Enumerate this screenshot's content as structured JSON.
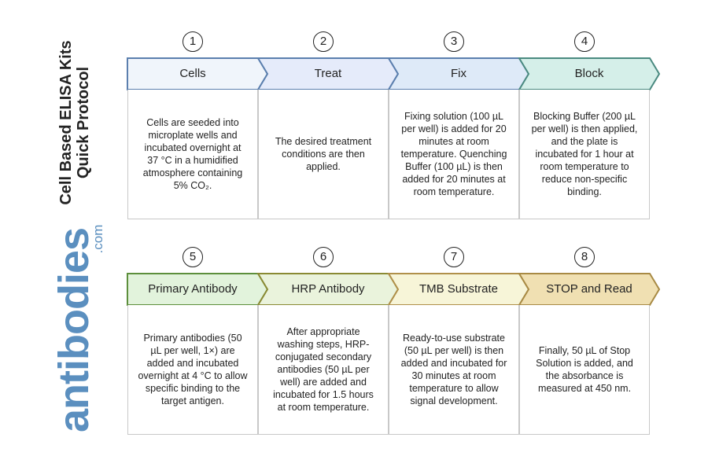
{
  "title": {
    "line1": "Cell Based ELISA Kits",
    "line2": "Quick Protocol"
  },
  "logo": {
    "name": "antibodies",
    "suffix": ".com",
    "color": "#5b8fbf"
  },
  "steps": [
    {
      "number": "1",
      "label": "Cells",
      "fill": "#f0f5fb",
      "stroke": "#5b7fae",
      "text": "Cells are seeded into microplate wells and incubated overnight at 37 °C in a humidified atmosphere containing 5% CO₂."
    },
    {
      "number": "2",
      "label": "Treat",
      "fill": "#e5ebfa",
      "stroke": "#5b7fae",
      "text": "The desired treatment conditions are then applied."
    },
    {
      "number": "3",
      "label": "Fix",
      "fill": "#deeaf8",
      "stroke": "#5b7fae",
      "text": "Fixing solution (100 µL per well) is added for 20 minutes at room temperature. Quenching Buffer (100 µL) is then added for 20 minutes at room temperature."
    },
    {
      "number": "4",
      "label": "Block",
      "fill": "#d5efe9",
      "stroke": "#4a8a80",
      "text": "Blocking Buffer (200 µL per well) is then applied, and the plate is incubated for 1 hour at room temperature to reduce non-specific binding."
    },
    {
      "number": "5",
      "label": "Primary Antibody",
      "fill": "#e2f3dc",
      "stroke": "#5d8f3c",
      "text": "Primary antibodies (50 µL per well, 1×) are added and incubated overnight at 4 °C to allow specific binding to the target antigen."
    },
    {
      "number": "6",
      "label": "HRP Antibody",
      "fill": "#eaf3dc",
      "stroke": "#8a8a34",
      "text": "After appropriate washing steps, HRP-conjugated secondary antibodies (50 µL per well) are added and incubated for 1.5 hours at room temperature."
    },
    {
      "number": "7",
      "label": "TMB Substrate",
      "fill": "#f7f5d8",
      "stroke": "#b0904a",
      "text": "Ready-to-use substrate (50 µL per well) is then added and incubated for 30 minutes at room temperature to allow signal development."
    },
    {
      "number": "8",
      "label": "STOP and Read",
      "fill": "#f0e0b2",
      "stroke": "#a88a44",
      "text": "Finally, 50 µL of Stop Solution is added, and the absorbance is measured at 450 nm."
    }
  ]
}
